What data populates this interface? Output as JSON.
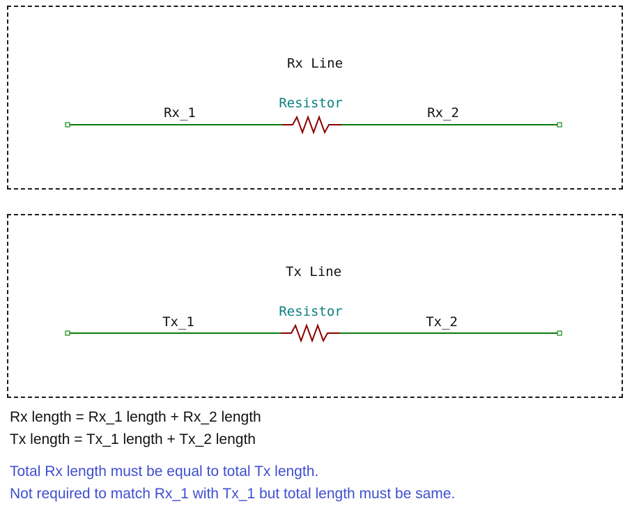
{
  "diagram": {
    "rx": {
      "title": "Rx Line",
      "net_left": "Rx_1",
      "net_right": "Rx_2",
      "component": "Resistor"
    },
    "tx": {
      "title": "Tx Line",
      "net_left": "Tx_1",
      "net_right": "Tx_2",
      "component": "Resistor"
    }
  },
  "notes": {
    "rx_equation": "Rx length = Rx_1 length + Rx_2 length",
    "tx_equation": "Tx length = Tx_1 length + Tx_2 length",
    "rule_1": "Total Rx length must be equal to total Tx length.",
    "rule_2": "Not required to match Rx_1 with Tx_1 but total length must be same."
  },
  "colors": {
    "wire": "#0a7a0a",
    "resistor": "#8a0000",
    "component_label": "#0a8080",
    "note_text": "#3f4fcf"
  }
}
